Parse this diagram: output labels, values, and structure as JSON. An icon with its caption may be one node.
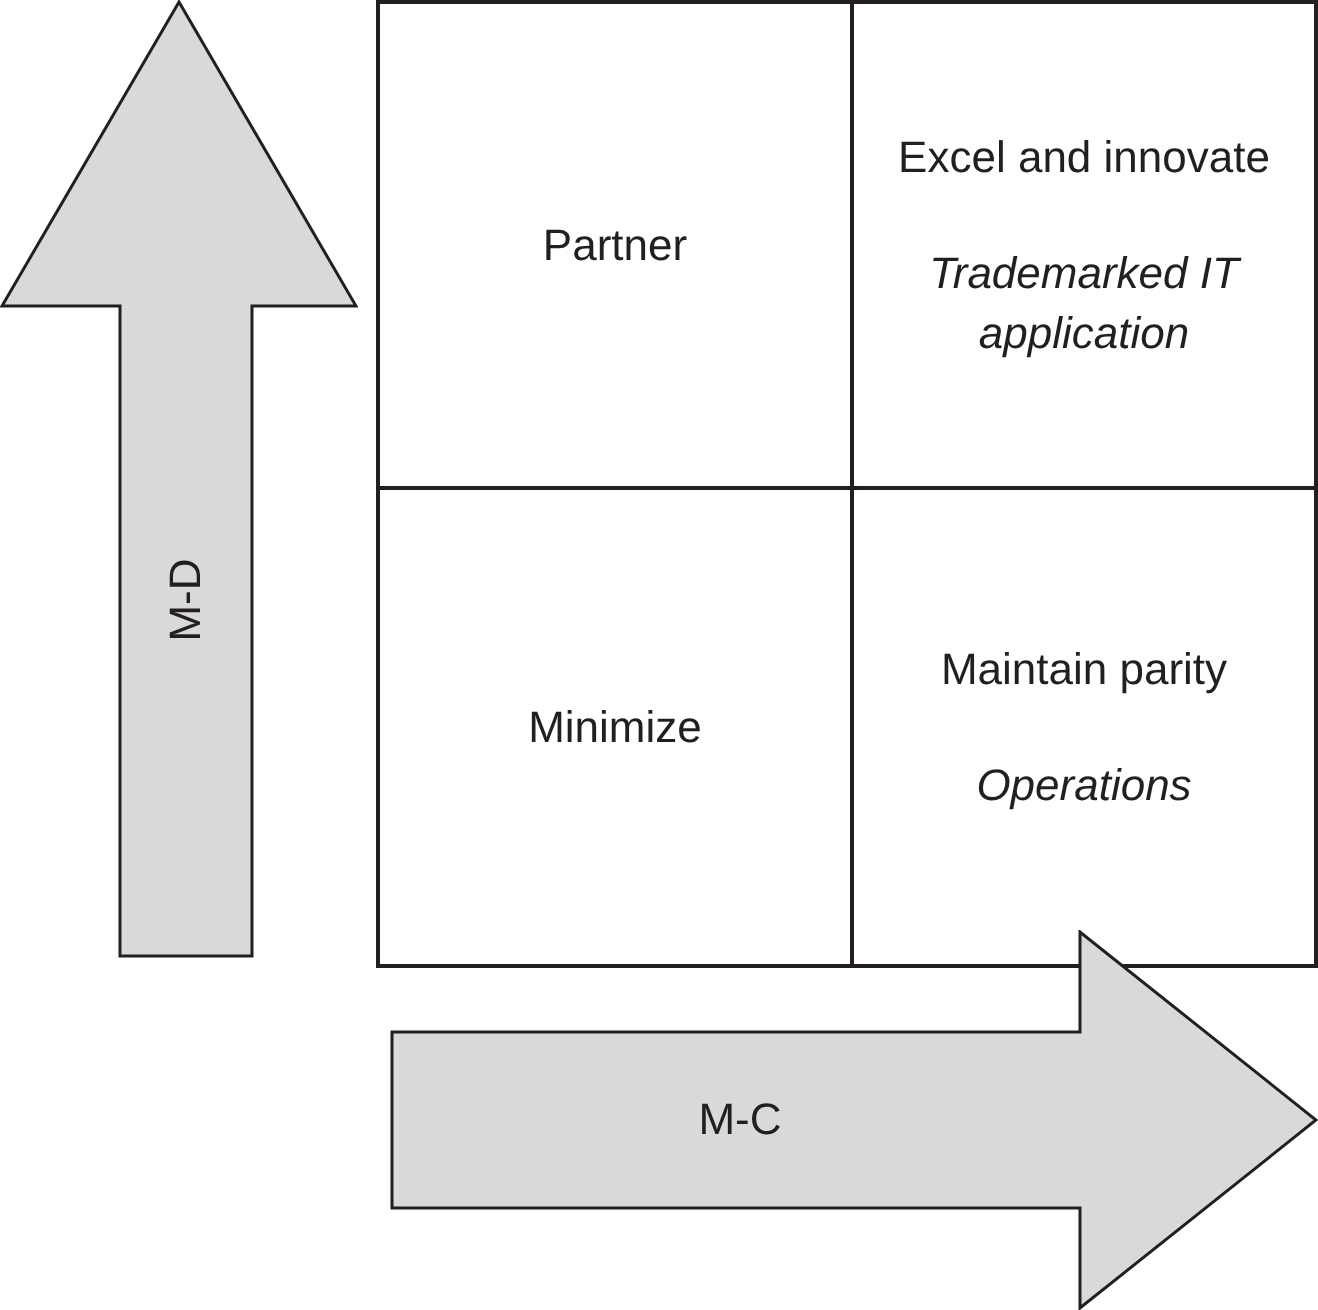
{
  "diagram": {
    "nodes": [
      {
        "text": [
          "M-D"
        ]
      },
      {
        "text": [
          "Partner"
        ]
      },
      {
        "text": [
          "Excel and innovate",
          "Trademarked IT application"
        ]
      },
      {
        "text": [
          "Minimize"
        ]
      },
      {
        "text": [
          "Maintain parity",
          "Operations"
        ]
      },
      {
        "text": [
          "M-C"
        ]
      }
    ]
  }
}
